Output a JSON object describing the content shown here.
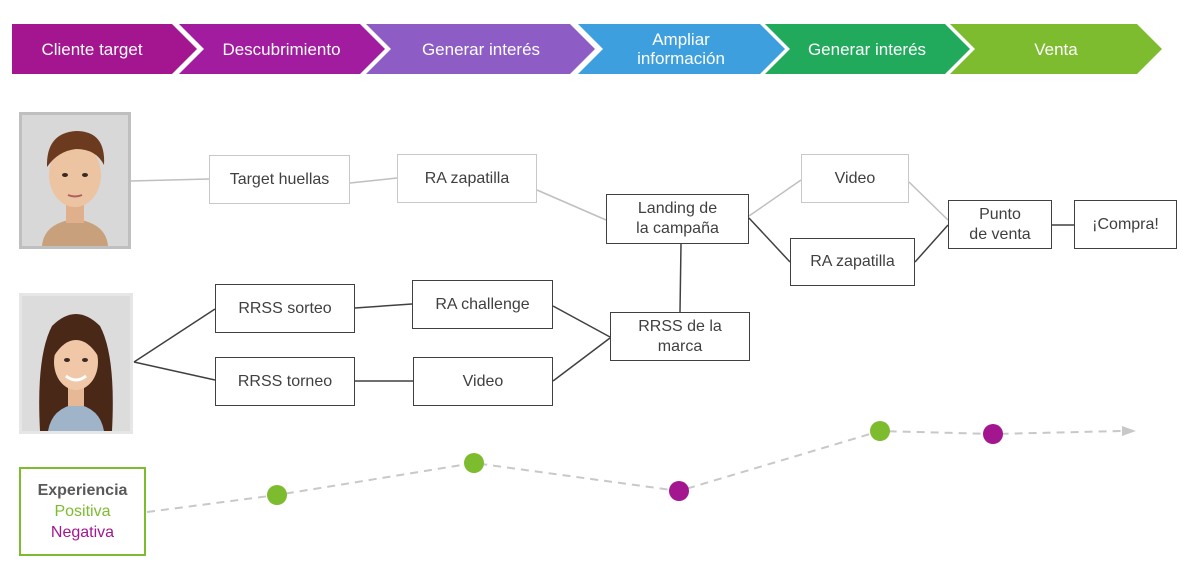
{
  "stages": [
    {
      "label": "Cliente target",
      "color": "#a3168f"
    },
    {
      "label": "Descubrimiento",
      "color": "#a21ca0"
    },
    {
      "label": "Generar interés",
      "color": "#8d5cc4"
    },
    {
      "label": "Ampliar\ninformación",
      "color": "#3d9fde"
    },
    {
      "label": "Generar interés",
      "color": "#21aa5c"
    },
    {
      "label": "Venta",
      "color": "#7dbb2f"
    }
  ],
  "personas": [
    {
      "icon": "teen-boy-photo",
      "type": "male"
    },
    {
      "icon": "teen-girl-photo",
      "type": "female"
    }
  ],
  "nodes": {
    "target_huellas": "Target huellas",
    "ra_zapatilla_1": "RA zapatilla",
    "landing": "Landing de\nla campaña",
    "video_top": "Video",
    "ra_zapatilla_2": "RA zapatilla",
    "punto_venta": "Punto\nde venta",
    "compra": "¡Compra!",
    "rrss_sorteo": "RRSS sorteo",
    "ra_challenge": "RA challenge",
    "rrss_torneo": "RRSS torneo",
    "video_bottom": "Video",
    "rrss_marca": "RRSS de la\nmarca"
  },
  "legend": {
    "title": "Experiencia",
    "positive": "Positiva",
    "negative": "Negativa",
    "positive_color": "#7dbb2f",
    "negative_color": "#a3168f"
  },
  "experience_points": [
    "positiva",
    "positiva",
    "negativa",
    "positiva",
    "negativa"
  ]
}
